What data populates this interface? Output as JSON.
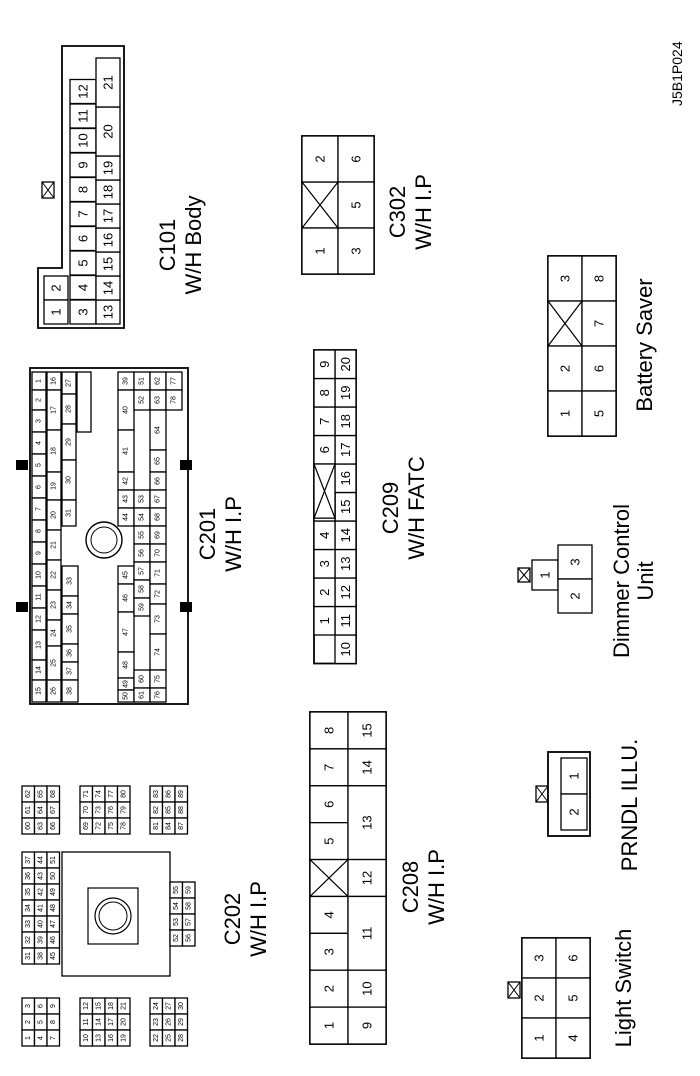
{
  "figure_code": "J5B1P024",
  "connectors": {
    "c101": {
      "id": "C101",
      "harness": "W/H Body",
      "rows": [
        [
          "1",
          "2",
          "",
          "",
          "",
          "",
          "",
          "",
          "",
          "",
          "",
          ""
        ],
        [
          "3",
          "4",
          "5",
          "6",
          "7",
          "8",
          "9",
          "10",
          "11",
          "12"
        ],
        [
          "13",
          "14",
          "15",
          "16",
          "17",
          "18",
          "19",
          "20",
          "21"
        ]
      ]
    },
    "c302": {
      "id": "C302",
      "harness": "W/H I.P",
      "pins": [
        "1",
        "2",
        "3",
        "4",
        "5",
        "6"
      ]
    },
    "c201": {
      "id": "C201",
      "harness": "W/H I.P",
      "pins": [
        "1",
        "2",
        "3",
        "4",
        "5",
        "6",
        "7",
        "8",
        "9",
        "10",
        "11",
        "12",
        "13",
        "14",
        "15",
        "16",
        "17",
        "18",
        "19",
        "20",
        "21",
        "22",
        "23",
        "24",
        "25",
        "26",
        "27",
        "28",
        "29",
        "30",
        "31",
        "32",
        "33",
        "34",
        "35",
        "36",
        "37",
        "38",
        "39",
        "40",
        "41",
        "42",
        "43",
        "44",
        "45",
        "46",
        "47",
        "48",
        "49",
        "50",
        "51",
        "52",
        "53",
        "54",
        "55",
        "56",
        "57",
        "58",
        "59",
        "60",
        "61",
        "62",
        "63",
        "64",
        "65",
        "66",
        "67",
        "68",
        "69",
        "70",
        "71",
        "72",
        "73",
        "74",
        "75",
        "76",
        "77",
        "78"
      ]
    },
    "c209": {
      "id": "C209",
      "harness": "W/H FATC",
      "row1": [
        "1",
        "2",
        "3",
        "4",
        "5",
        "",
        "6",
        "7",
        "8",
        "9"
      ],
      "row2": [
        "10",
        "11",
        "12",
        "13",
        "14",
        "15",
        "16",
        "17",
        "18",
        "19",
        "20"
      ]
    },
    "battery_saver": {
      "label": "Battery Saver",
      "pins": [
        "1",
        "2",
        "3",
        "4",
        "5",
        "6",
        "7",
        "8"
      ]
    },
    "dimmer": {
      "label1": "Dimmer Control",
      "label2": "Unit",
      "pins": [
        "1",
        "2",
        "3"
      ]
    },
    "prndl": {
      "label": "PRNDL ILLU.",
      "pins": [
        "1",
        "2"
      ]
    },
    "c208": {
      "id": "C208",
      "harness": "W/H I.P",
      "row1": [
        "1",
        "2",
        "3",
        "4",
        "",
        "5",
        "6",
        "7",
        "8"
      ],
      "row2": [
        "9",
        "10",
        "11",
        "12",
        "13",
        "14",
        "15"
      ]
    },
    "c202": {
      "id": "C202",
      "harness": "W/H I.P",
      "pins": [
        "1",
        "2",
        "3",
        "4",
        "5",
        "6",
        "7",
        "8",
        "9",
        "10",
        "11",
        "12",
        "13",
        "14",
        "15",
        "16",
        "17",
        "18",
        "19",
        "20",
        "21",
        "22",
        "23",
        "24",
        "25",
        "26",
        "27",
        "28",
        "29",
        "30",
        "31",
        "32",
        "33",
        "34",
        "35",
        "36",
        "37",
        "38",
        "39",
        "40",
        "41",
        "42",
        "43",
        "44",
        "45",
        "46",
        "47",
        "48",
        "49",
        "50",
        "51",
        "52",
        "53",
        "54",
        "55",
        "56",
        "57",
        "58",
        "59",
        "60",
        "61",
        "62",
        "63",
        "64",
        "65",
        "66",
        "67",
        "68",
        "69",
        "70",
        "71",
        "72",
        "73",
        "74",
        "75",
        "76",
        "77",
        "78",
        "79",
        "80",
        "81",
        "82",
        "83",
        "84",
        "85",
        "86",
        "87",
        "88",
        "89"
      ]
    },
    "light_switch": {
      "label": "Light Switch",
      "pins": [
        "1",
        "2",
        "3",
        "4",
        "5",
        "6"
      ]
    }
  }
}
